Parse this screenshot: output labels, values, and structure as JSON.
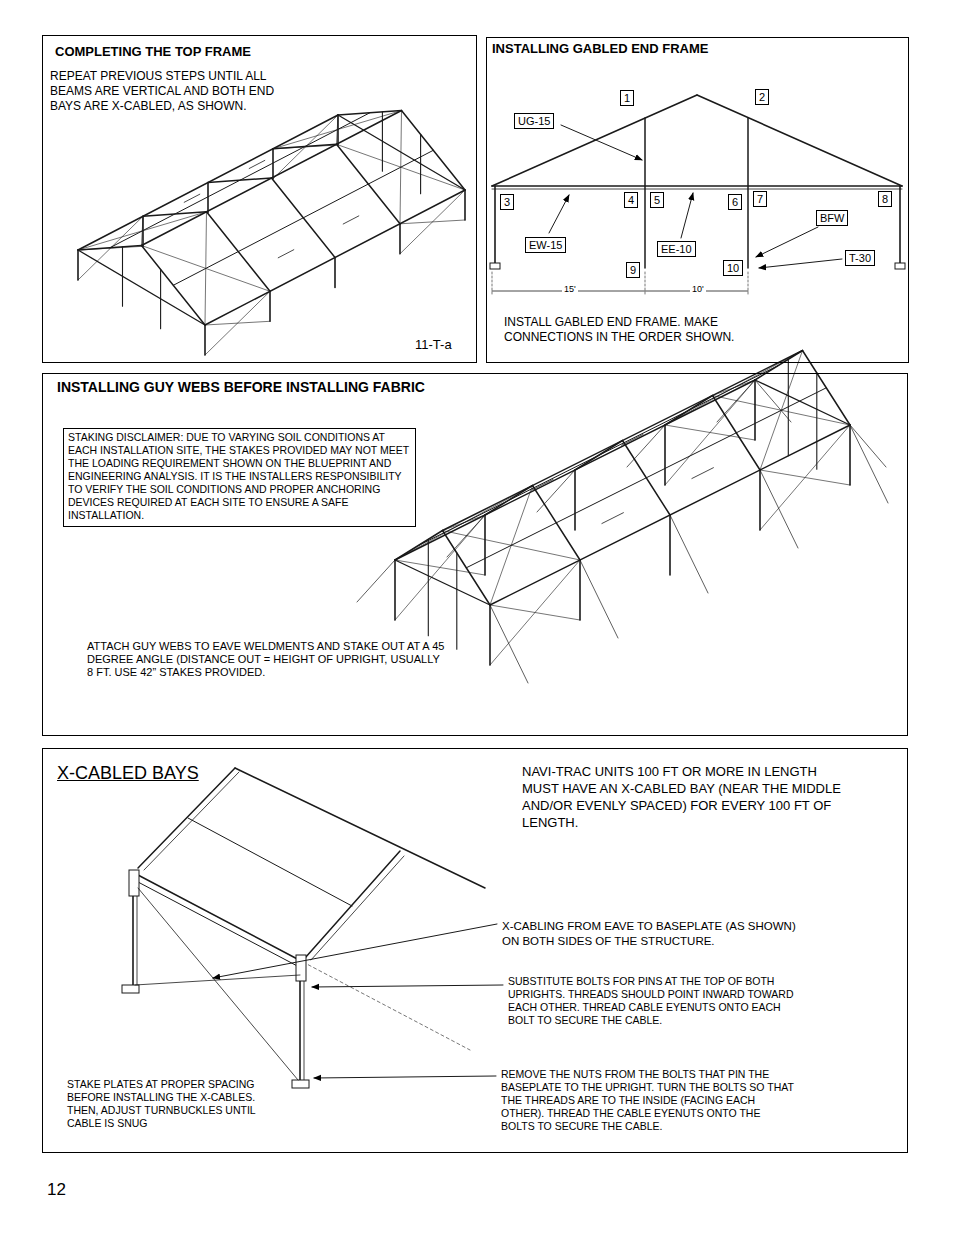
{
  "diagram": {
    "nodes": [
      {
        "text": [
          "COMPLETING THE TOP FRAME",
          "REPEAT PREVIOUS STEPS UNTIL ALL BEAMS ARE VERTICAL AND BOTH END BAYS ARE X-CABLED, AS SHOWN.",
          "11-T-a"
        ]
      },
      {
        "text": [
          "INSTALLING GABLED END FRAME",
          "INSTALL GABLED END FRAME. MAKE CONNECTIONS IN THE ORDER SHOWN."
        ]
      },
      {
        "text": [
          "1"
        ],
        "in": 1
      },
      {
        "text": [
          "2"
        ],
        "in": 1
      },
      {
        "text": [
          "UG-15"
        ],
        "in": 1
      },
      {
        "text": [
          "3"
        ],
        "in": 1
      },
      {
        "text": [
          "4"
        ],
        "in": 1
      },
      {
        "text": [
          "5"
        ],
        "in": 1
      },
      {
        "text": [
          "6"
        ],
        "in": 1
      },
      {
        "text": [
          "7"
        ],
        "in": 1
      },
      {
        "text": [
          "8"
        ],
        "in": 1
      },
      {
        "text": [
          "BFW"
        ],
        "in": 1
      },
      {
        "text": [
          "EW-15"
        ],
        "in": 1
      },
      {
        "text": [
          "EE-10"
        ],
        "in": 1
      },
      {
        "text": [
          "T-30"
        ],
        "in": 1
      },
      {
        "text": [
          "9"
        ],
        "in": 1
      },
      {
        "text": [
          "10"
        ],
        "in": 1
      },
      {
        "text": [
          "INSTALLING GUY WEBS BEFORE INSTALLING FABRIC",
          "ATTACH GUY WEBS TO EAVE WELDMENTS AND STAKE OUT AT A 45 DEGREE ANGLE (DISTANCE OUT = HEIGHT OF UPRIGHT, USUALLY 8 FT. USE 42” STAKES PROVIDED."
        ]
      },
      {
        "text": [
          "STAKING DISCLAIMER: DUE TO VARYING SOIL CONDITIONS AT EACH INSTALLATION SITE, THE STAKES PROVIDED MAY NOT MEET THE LOADING REQUIREMENT SHOWN ON THE BLUEPRINT AND ENGINEERING ANALYSIS. IT IS THE INSTALLERS RESPONSIBILITY TO VERIFY THE SOIL CONDITIONS AND PROPER ANCHORING DEVICES REQUIRED AT EACH SITE TO ENSURE A SAFE INSTALLATION."
        ],
        "in": 17
      },
      {
        "text": [
          "X-CABLED BAYS",
          "NAVI-TRAC UNITS 100 FT OR MORE IN LENGTH MUST HAVE AN X-CABLED BAY (NEAR THE MIDDLE AND/OR EVENLY SPACED) FOR EVERY 100 FT OF LENGTH.",
          "X-CABLING FROM EAVE TO BASEPLATE (AS SHOWN) ON BOTH SIDES OF THE STRUCTURE.",
          "SUBSTITUTE BOLTS FOR PINS AT THE TOP OF BOTH UPRIGHTS. THREADS SHOULD POINT INWARD TOWARD EACH OTHER. THREAD CABLE EYENUTS ONTO EACH BOLT TO SECURE THE CABLE.",
          "REMOVE THE NUTS FROM THE BOLTS THAT PIN THE BASEPLATE TO THE UPRIGHT. TURN THE BOLTS SO THAT THE THREADS ARE TO THE INSIDE (FACING EACH OTHER). THREAD THE CABLE EYENUTS ONTO THE BOLTS TO SECURE THE CABLE.",
          "STAKE PLATES AT PROPER SPACING BEFORE INSTALLING THE X-CABLES. THEN, ADJUST TURNBUCKLES UNTIL CABLE IS SNUG"
        ]
      }
    ],
    "labels": [
      "15'",
      "10'",
      "12"
    ]
  }
}
